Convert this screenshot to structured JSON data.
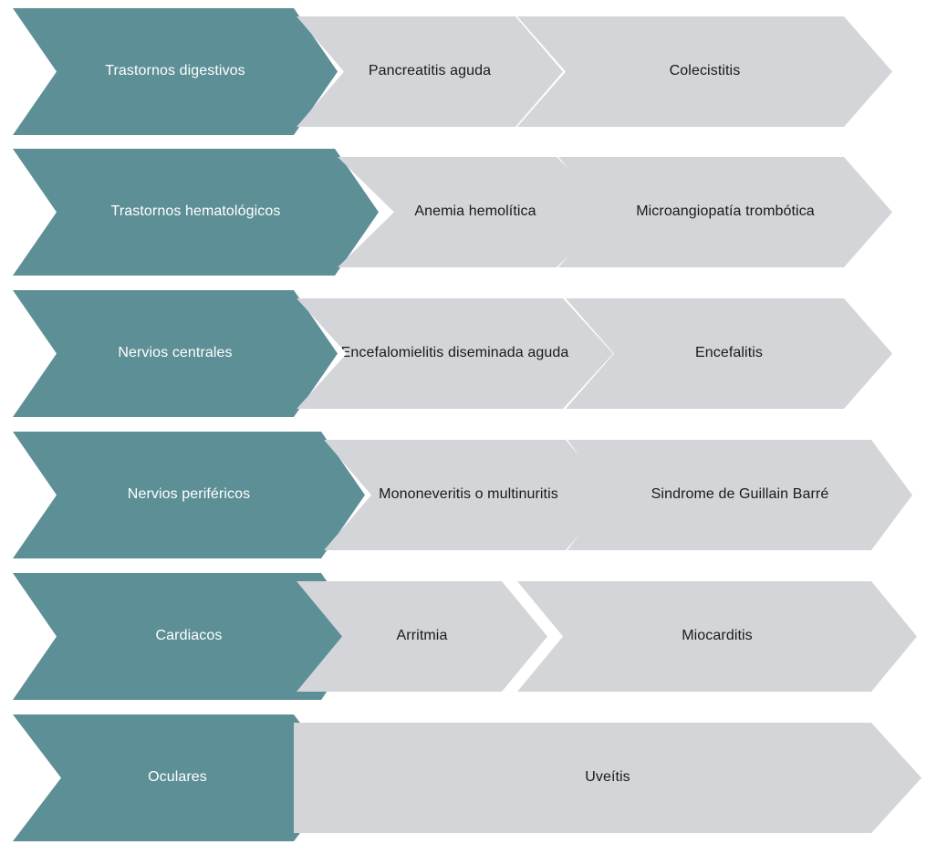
{
  "diagram": {
    "type": "chevron-process-flow",
    "title": "",
    "orientation": "horizontal-rows",
    "colors": {
      "category_fill": "#5d8f96",
      "category_text": "#ffffff",
      "item_fill": "#d4d5d8",
      "item_text": "#1a1a1a",
      "background": "#ffffff"
    },
    "rows": [
      {
        "category": "Trastornos digestivos",
        "items": [
          "Pancreatitis aguda",
          "Colecistitis"
        ]
      },
      {
        "category": "Trastornos hematológicos",
        "items": [
          "Anemia hemolítica",
          "Microangiopatía trombótica"
        ]
      },
      {
        "category": "Nervios centrales",
        "items": [
          "Encefalomielitis diseminada aguda",
          "Encefalitis"
        ]
      },
      {
        "category": "Nervios periféricos",
        "items": [
          "Mononeveritis o multinuritis",
          "Sindrome de Guillain Barré"
        ]
      },
      {
        "category": "Cardiacos",
        "items": [
          "Arritmia",
          "Miocarditis"
        ]
      },
      {
        "category": "Oculares",
        "items": [
          "Uveítis"
        ]
      }
    ]
  }
}
